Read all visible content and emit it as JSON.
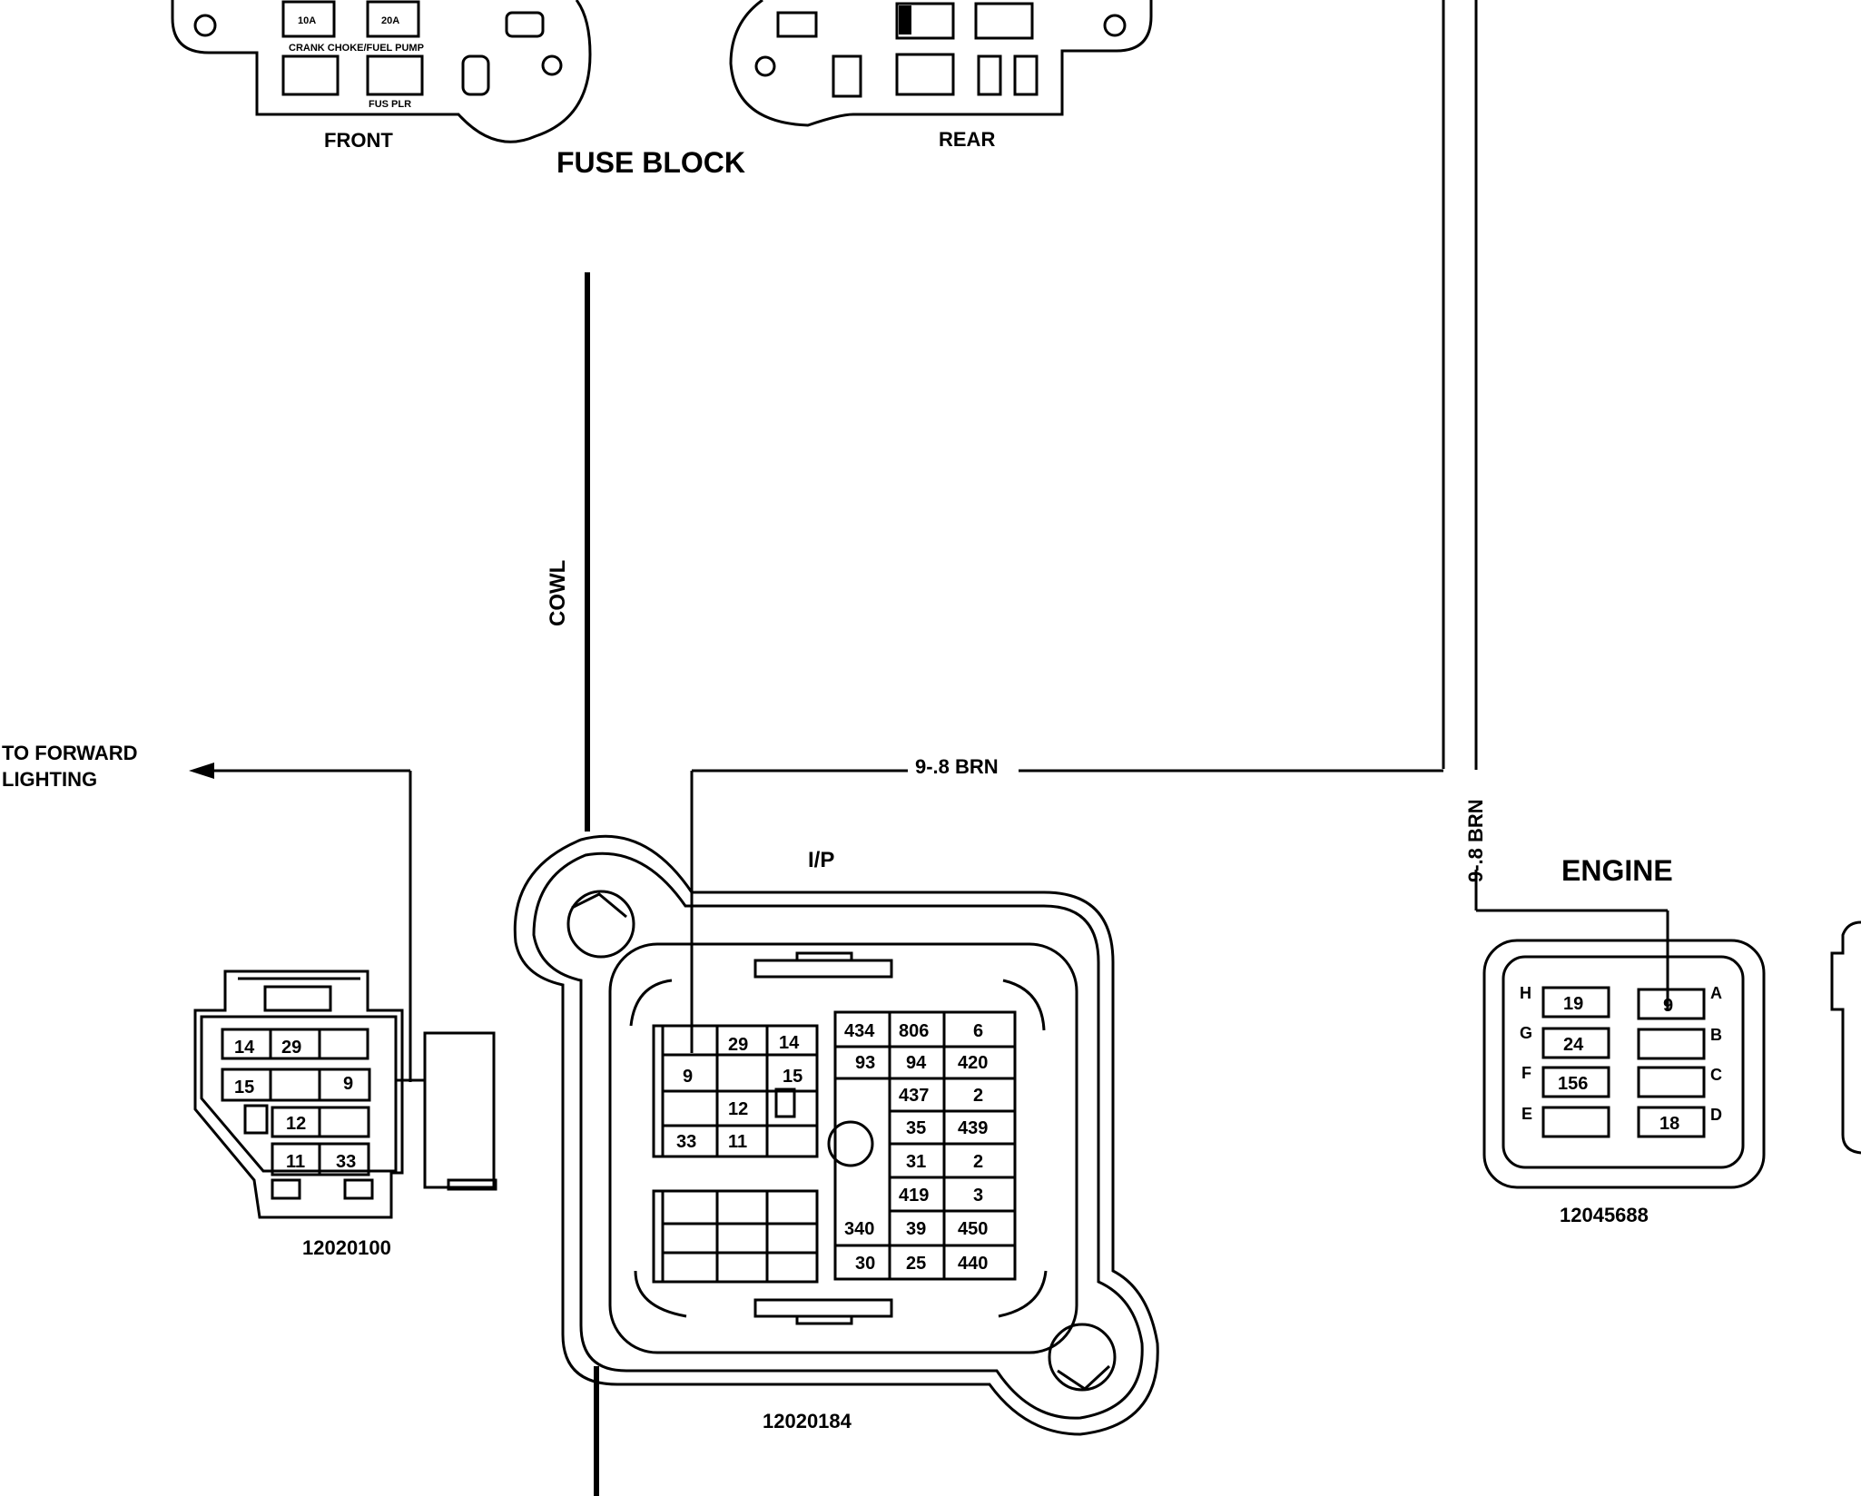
{
  "fuse_block": {
    "title": "FUSE BLOCK",
    "front_label": "FRONT",
    "rear_label": "REAR",
    "fuse1_rating": "10A",
    "fuse2_rating": "20A",
    "fuse_row_text": "CRANK  CHOKE/FUEL PUMP",
    "fus_plr_label": "FUS PLR"
  },
  "labels": {
    "cowl": "COWL",
    "to_forward_lighting_line1": "TO FORWARD",
    "to_forward_lighting_line2": "LIGHTING",
    "wire_horizontal": "9-.8 BRN",
    "wire_vertical": "9-.8 BRN",
    "ip": "I/P",
    "engine": "ENGINE"
  },
  "left_connector": {
    "part_number": "12020100",
    "cells": [
      "14",
      "29",
      "15",
      "9",
      "12",
      "11",
      "33"
    ]
  },
  "ip_connector": {
    "part_number": "12020184",
    "left_cells": [
      "29",
      "14",
      "9",
      "15",
      "12",
      "33",
      "11"
    ],
    "right_cells": [
      "434",
      "806",
      "6",
      "93",
      "94",
      "420",
      "437",
      "2",
      "35",
      "439",
      "31",
      "2",
      "419",
      "3",
      "340",
      "39",
      "450",
      "30",
      "25",
      "440"
    ]
  },
  "engine_connector": {
    "part_number": "12045688",
    "pin_letters": [
      "H",
      "G",
      "F",
      "E",
      "A",
      "B",
      "C",
      "D"
    ],
    "cells": [
      "19",
      "24",
      "156",
      "9",
      "18"
    ]
  },
  "colors": {
    "ink": "#000000",
    "paper": "#ffffff"
  }
}
